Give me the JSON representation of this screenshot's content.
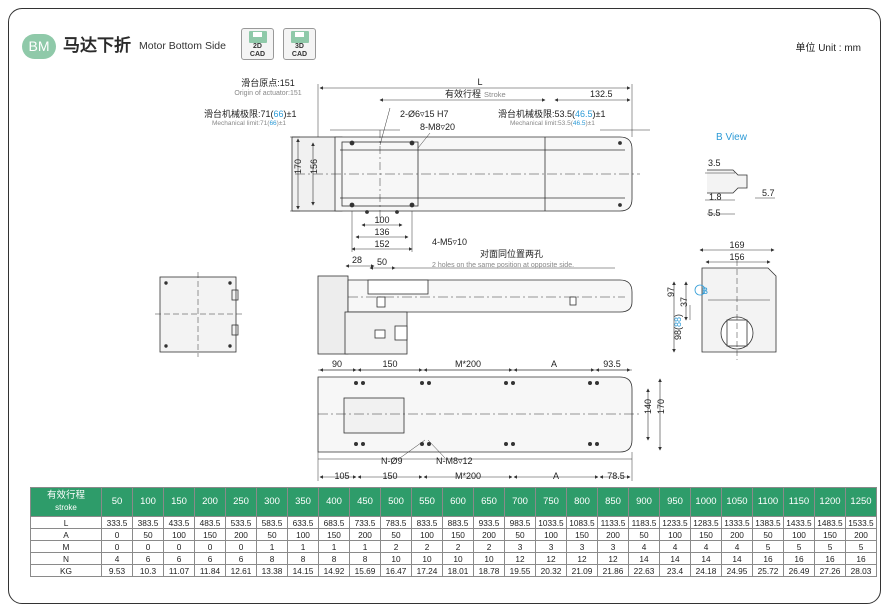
{
  "header": {
    "badge": "BM",
    "title_cn": "马达下折",
    "title_en": "Motor Bottom Side",
    "cad2d": "2D\nCAD",
    "cad3d": "3D\nCAD",
    "unit": "单位 Unit : mm"
  },
  "drawing": {
    "origin_cn": "滑台原点:151",
    "origin_en": "Origin of actuator:151",
    "mech_left_cn_a": "滑台机械极限:71(",
    "mech_left_cn_b": "66",
    "mech_left_cn_c": ")±1",
    "mech_left_en_a": "Mechanical limit:71(",
    "mech_left_en_b": "66",
    "mech_left_en_c": ")±1",
    "mech_right_cn_a": "滑台机械极限:53.5(",
    "mech_right_cn_b": "46.5",
    "mech_right_cn_c": ")±1",
    "mech_right_en_a": "Mechanical limit:53.5(",
    "mech_right_en_b": "46.5",
    "mech_right_en_c": ")±1",
    "stroke_cn": "有效行程",
    "stroke_en": "Stroke",
    "dim_L": "L",
    "dim_132_5": "132.5",
    "hole1": "2-Ø6▿15 H7",
    "hole2": "8-M8▿20",
    "dim_170": "170",
    "dim_156": "156",
    "dim_100": "100",
    "dim_136": "136",
    "dim_152": "152",
    "m5": "4-M5▿10",
    "opp_cn": "对面同位置两孔",
    "opp_en": "2 holes on the same position at opposite side.",
    "dim_28": "28",
    "dim_50": "50",
    "bview": "B View",
    "bv_3_5": "3.5",
    "bv_1_8": "1.8",
    "bv_5_5": "5.5",
    "bv_5_7": "5.7",
    "dim_169": "169",
    "dim_156b": "156",
    "dim_97": "97",
    "dim_37": "37",
    "dim_98": "98(",
    "dim_88": "88",
    "dim_98c": ")",
    "b_label": "B",
    "bt_90": "90",
    "bt_150": "150",
    "bt_m200": "M*200",
    "bt_A": "A",
    "bt_93_5": "93.5",
    "bt_140": "140",
    "bt_170": "170",
    "bt_n9": "N-Ø9",
    "bt_nm8": "N-M8▿12",
    "bt_105": "105",
    "bt_150b": "150",
    "bt_m200b": "M*200",
    "bt_Ab": "A",
    "bt_78_5": "78.5"
  },
  "table": {
    "header_cn": "有效行程",
    "header_en": "stroke",
    "strokes": [
      "50",
      "100",
      "150",
      "200",
      "250",
      "300",
      "350",
      "400",
      "450",
      "500",
      "550",
      "600",
      "650",
      "700",
      "750",
      "800",
      "850",
      "900",
      "950",
      "1000",
      "1050",
      "1100",
      "1150",
      "1200",
      "1250"
    ],
    "rows": [
      {
        "label": "L",
        "values": [
          "333.5",
          "383.5",
          "433.5",
          "483.5",
          "533.5",
          "583.5",
          "633.5",
          "683.5",
          "733.5",
          "783.5",
          "833.5",
          "883.5",
          "933.5",
          "983.5",
          "1033.5",
          "1083.5",
          "1133.5",
          "1183.5",
          "1233.5",
          "1283.5",
          "1333.5",
          "1383.5",
          "1433.5",
          "1483.5",
          "1533.5"
        ]
      },
      {
        "label": "A",
        "values": [
          "0",
          "50",
          "100",
          "150",
          "200",
          "50",
          "100",
          "150",
          "200",
          "50",
          "100",
          "150",
          "200",
          "50",
          "100",
          "150",
          "200",
          "50",
          "100",
          "150",
          "200",
          "50",
          "100",
          "150",
          "200"
        ]
      },
      {
        "label": "M",
        "values": [
          "0",
          "0",
          "0",
          "0",
          "0",
          "1",
          "1",
          "1",
          "1",
          "2",
          "2",
          "2",
          "2",
          "3",
          "3",
          "3",
          "3",
          "4",
          "4",
          "4",
          "4",
          "5",
          "5",
          "5",
          "5"
        ]
      },
      {
        "label": "N",
        "values": [
          "4",
          "6",
          "6",
          "6",
          "6",
          "8",
          "8",
          "8",
          "8",
          "10",
          "10",
          "10",
          "10",
          "12",
          "12",
          "12",
          "12",
          "14",
          "14",
          "14",
          "14",
          "16",
          "16",
          "16",
          "16"
        ]
      },
      {
        "label": "KG",
        "values": [
          "9.53",
          "10.3",
          "11.07",
          "11.84",
          "12.61",
          "13.38",
          "14.15",
          "14.92",
          "15.69",
          "16.47",
          "17.24",
          "18.01",
          "18.78",
          "19.55",
          "20.32",
          "21.09",
          "21.86",
          "22.63",
          "23.4",
          "24.18",
          "24.95",
          "25.72",
          "26.49",
          "27.26",
          "28.03"
        ]
      }
    ]
  },
  "colors": {
    "accent": "#8fc9a9",
    "table_header": "#2e9c6a",
    "highlight": "#2c9ad6"
  }
}
